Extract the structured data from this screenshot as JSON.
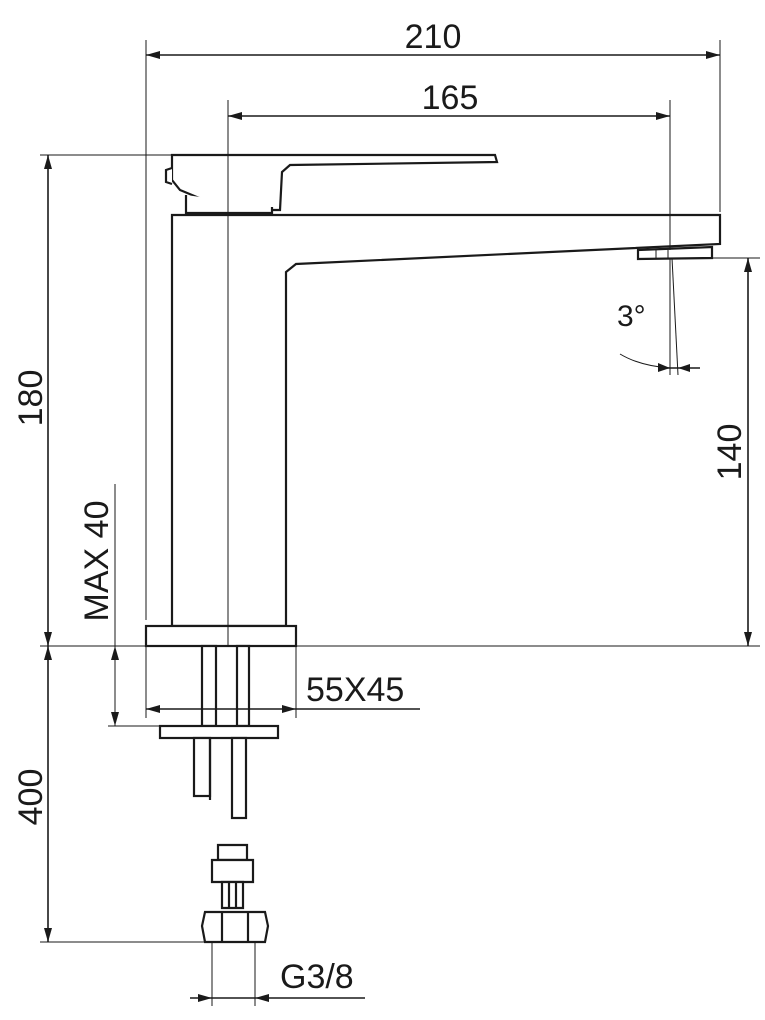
{
  "dimensions": {
    "overall_length": "210",
    "spout_reach": "165",
    "overall_height": "180",
    "spout_height": "140",
    "max_deck_thickness": "MAX 40",
    "hose_length": "400",
    "base_size": "55X45",
    "connection_thread": "G3/8",
    "outlet_angle": "3°"
  }
}
